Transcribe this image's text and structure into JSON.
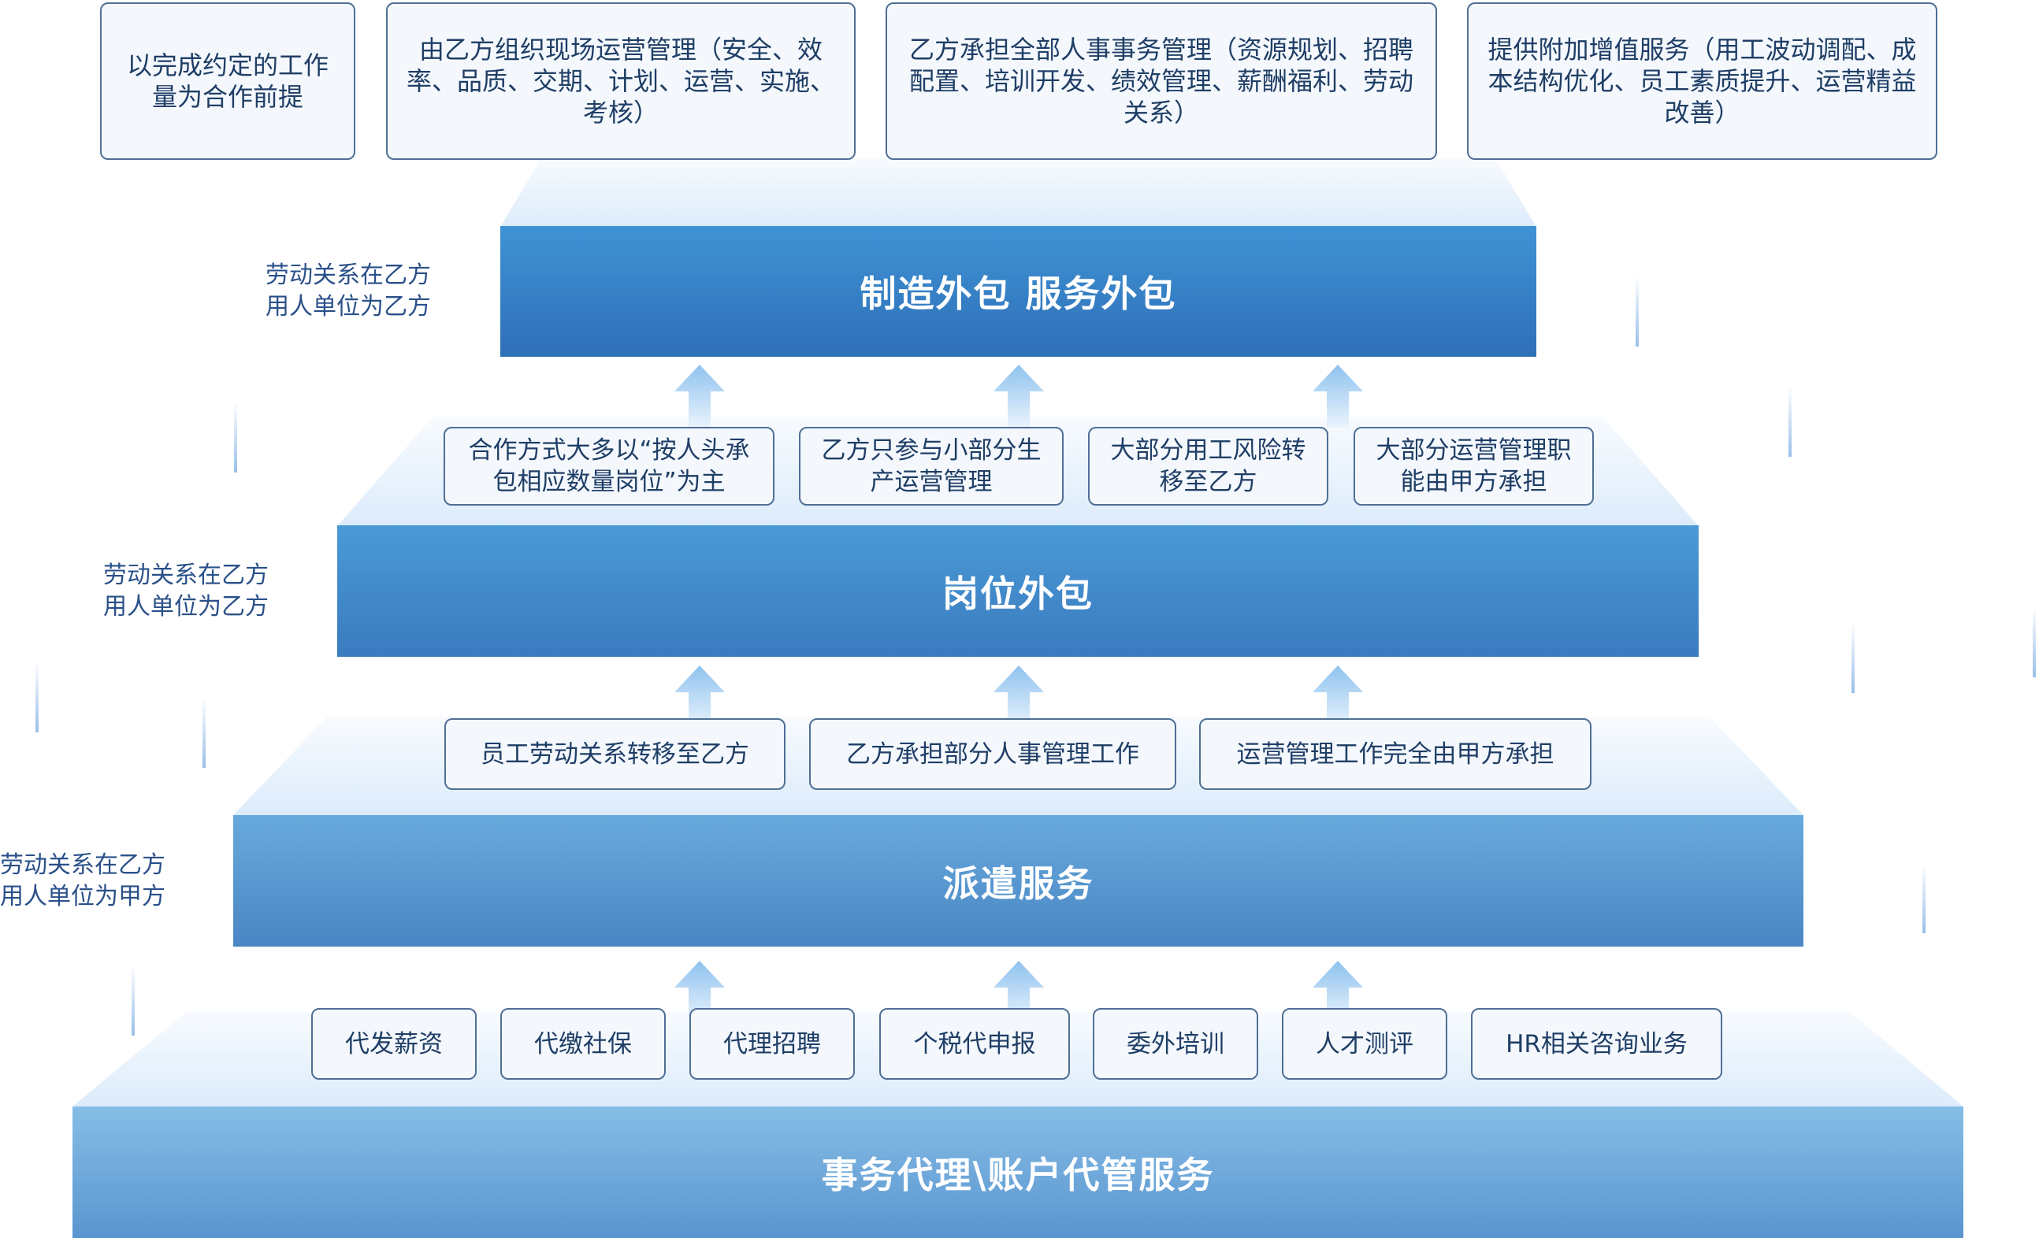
{
  "tiers": {
    "t1": {
      "title": "制造外包 服务外包",
      "side_label": "劳动关系在乙方\n用人单位为乙方",
      "boxes": [
        "以完成约定的工作量为合作前提",
        "由乙方组织现场运营管理（安全、效率、品质、交期、计划、运营、实施、考核）",
        "乙方承担全部人事事务管理（资源规划、招聘配置、培训开发、绩效管理、薪酬福利、劳动关系）",
        "提供附加增值服务（用工波动调配、成本结构优化、员工素质提升、运营精益改善）"
      ]
    },
    "t2": {
      "title": "岗位外包",
      "side_label": "劳动关系在乙方\n用人单位为乙方",
      "boxes": [
        "合作方式大多以“按人头承包相应数量岗位”为主",
        "乙方只参与小部分生产运营管理",
        "大部分用工风险转移至乙方",
        "大部分运营管理职能由甲方承担"
      ]
    },
    "t3": {
      "title": "派遣服务",
      "side_label": "劳动关系在乙方\n用人单位为甲方",
      "boxes": [
        "员工劳动关系转移至乙方",
        "乙方承担部分人事管理工作",
        "运营管理工作完全由甲方承担"
      ]
    },
    "t4": {
      "title": "事务代理\\账户代管服务",
      "boxes": [
        "代发薪资",
        "代缴社保",
        "代理招聘",
        "个税代申报",
        "委外培训",
        "人才测评",
        "HR相关咨询业务"
      ]
    }
  },
  "colors": {
    "bar_top": "#3f93d4",
    "bar_bottom": "#86bde6",
    "box_border": "#4f6f95",
    "text_dark": "#1f3e66",
    "side_text": "#2a5089"
  }
}
